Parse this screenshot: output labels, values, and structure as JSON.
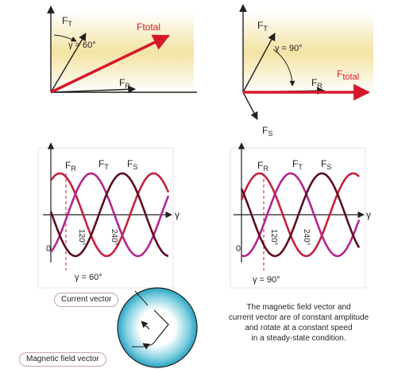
{
  "panel_tl": {
    "ft": "F",
    "ft_sub": "T",
    "fr": "F",
    "fr_sub": "R",
    "ftotal": "Ftotal",
    "gamma": "γ = 60°"
  },
  "panel_tr": {
    "ft": "F",
    "ft_sub": "T",
    "fr": "F",
    "fr_sub": "R",
    "fs": "F",
    "fs_sub": "S",
    "ftotal": "F",
    "ftotal_sub": "total",
    "gamma": "γ = 90°"
  },
  "wave_left": {
    "fr": "F",
    "fr_sub": "R",
    "ft": "F",
    "ft_sub": "T",
    "fs": "F",
    "fs_sub": "S",
    "axis": "γ",
    "zero": "0",
    "tick1": "120°",
    "tick2": "240°",
    "gamma": "γ = 60°"
  },
  "wave_right": {
    "fr": "F",
    "fr_sub": "R",
    "ft": "F",
    "ft_sub": "T",
    "fs": "F",
    "fs_sub": "S",
    "axis": "γ",
    "zero": "0",
    "tick1": "120°",
    "tick2": "240°",
    "gamma": "γ = 90°"
  },
  "labels": {
    "current_vector": "Current vector",
    "magnetic_field_vector": "Magnetic field vector"
  },
  "caption": {
    "line1": "The magnetic field vector and",
    "line2": "current vector are of constant amplitude",
    "line3": "and rotate at a constant speed",
    "line4": "in a steady-state condition."
  },
  "colors": {
    "ftotal": "#d7182a",
    "curve_r": "#c6203e",
    "curve_t": "#b32590",
    "curve_s": "#5b0f1e",
    "panel_band": "#f2e2a6"
  }
}
